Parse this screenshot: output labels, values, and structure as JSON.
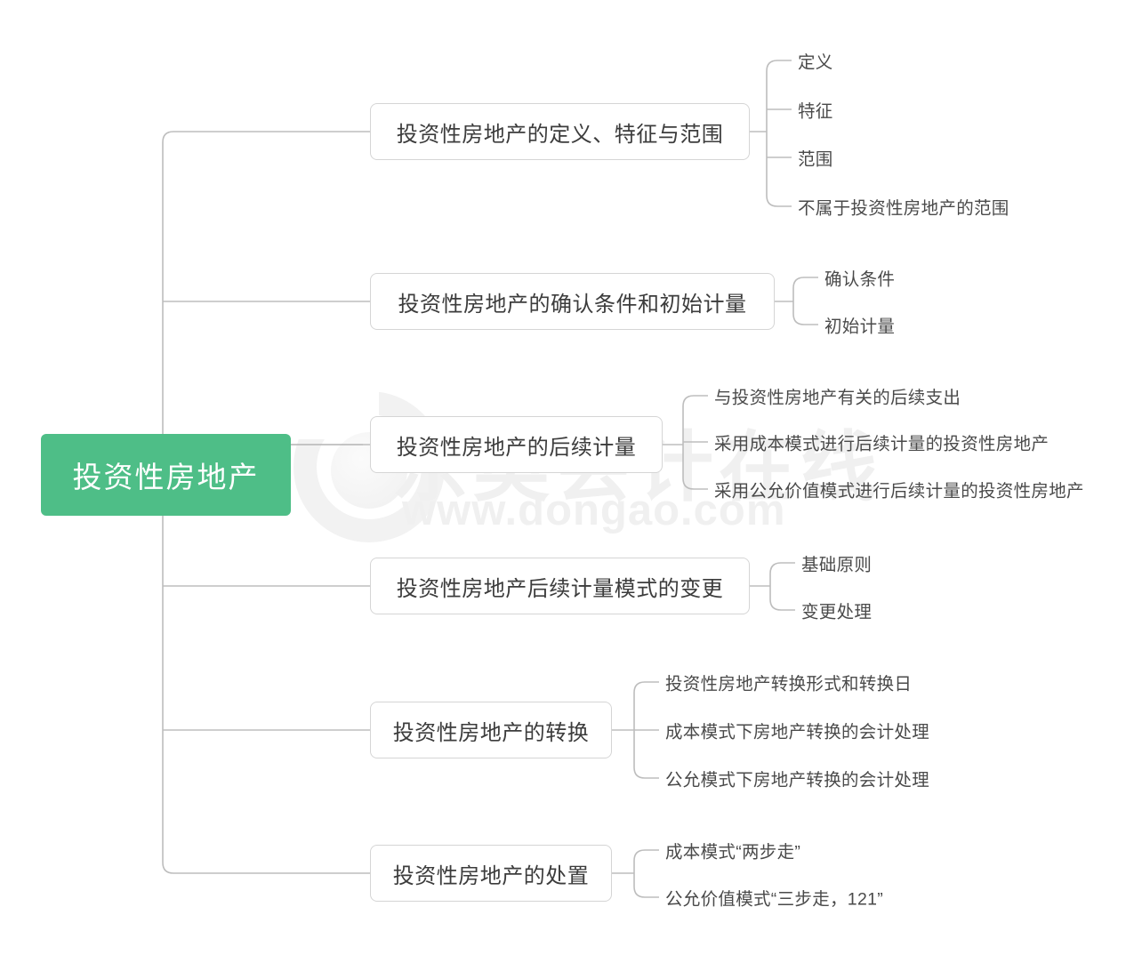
{
  "diagram": {
    "type": "mind-map",
    "title": "投资性房地产",
    "root": {
      "label": "投资性房地产",
      "color": "#4ebe87",
      "text_color": "#ffffff"
    },
    "line_color": "#bdbdbd",
    "node_border_color": "#d5d5d5",
    "node_text_color": "#3c3c3c",
    "leaf_text_color": "#4a4a4a",
    "branches": [
      {
        "label": "投资性房地产的定义、特征与范围",
        "leaves": [
          "定义",
          "特征",
          "范围",
          "不属于投资性房地产的范围"
        ]
      },
      {
        "label": "投资性房地产的确认条件和初始计量",
        "leaves": [
          "确认条件",
          "初始计量"
        ]
      },
      {
        "label": "投资性房地产的后续计量",
        "leaves": [
          "与投资性房地产有关的后续支出",
          "采用成本模式进行后续计量的投资性房地产",
          "采用公允价值模式进行后续计量的投资性房地产"
        ]
      },
      {
        "label": "投资性房地产后续计量模式的变更",
        "leaves": [
          "基础原则",
          "变更处理"
        ]
      },
      {
        "label": "投资性房地产的转换",
        "leaves": [
          "投资性房地产转换形式和转换日",
          "成本模式下房地产转换的会计处理",
          "公允模式下房地产转换的会计处理"
        ]
      },
      {
        "label": "投资性房地产的处置",
        "leaves": [
          "成本模式“两步走”",
          "公允价值模式“三步走，121”"
        ]
      }
    ]
  },
  "watermark": {
    "brand_cn": "东奥会计在线",
    "url": "www.dongao.com",
    "color": "#f0f0f0"
  }
}
